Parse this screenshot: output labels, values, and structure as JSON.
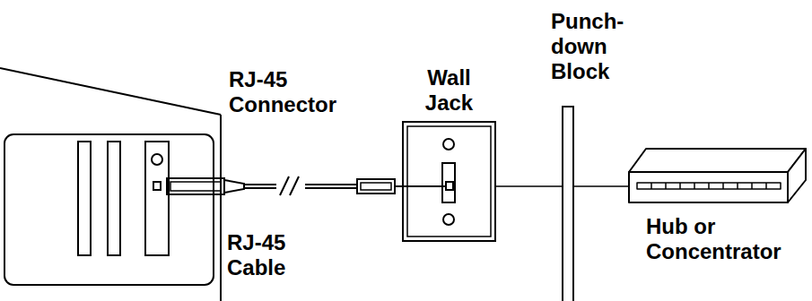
{
  "diagram": {
    "nodes": [
      {
        "text": [
          "Wall Jack"
        ]
      },
      {
        "text": [
          "Punch-down Block"
        ]
      },
      {
        "text": [
          "Hub or Concentrator"
        ]
      }
    ],
    "edges": [
      {
        "from": 0,
        "to": 1,
        "arrow": "none"
      },
      {
        "from": 1,
        "to": 2,
        "arrow": "none"
      }
    ],
    "labels": [
      "RJ-45 Connector",
      "RJ-45 Cable"
    ]
  }
}
